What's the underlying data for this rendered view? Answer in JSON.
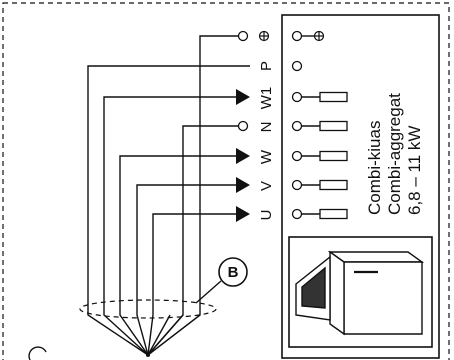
{
  "terminals": {
    "earth_symbol": "⊕",
    "P": "P",
    "W1": "W1",
    "N": "N",
    "W": "W",
    "V": "V",
    "U": "U"
  },
  "unit": {
    "line1": "Combi-kiuas",
    "line2": "Combi-aggregat",
    "line3": "6,8 – 11 kW"
  },
  "callout": {
    "label": "B"
  },
  "colors": {
    "line": "#111111",
    "background": "#ffffff"
  }
}
